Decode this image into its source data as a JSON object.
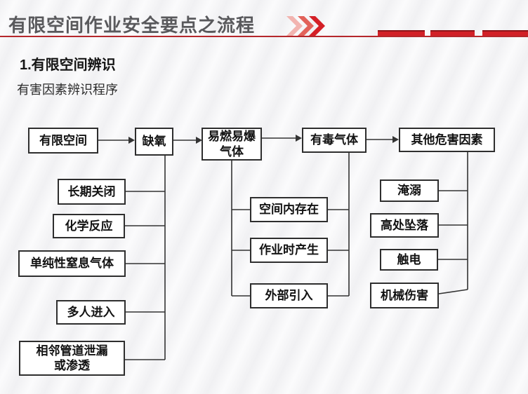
{
  "header": {
    "title": "有限空间作业安全要点之流程",
    "accent_color": "#c1272d",
    "title_color": "#59595c",
    "chevrons_icon": "triple-chevron-right"
  },
  "section": {
    "heading": "1.有限空间辨识",
    "subheading": "有害因素辨识程序"
  },
  "diagram": {
    "type": "flowchart",
    "nodes": {
      "limited_space": "有限空间",
      "oxygen_deficiency": "缺氧",
      "flammable_explosive_gas": "易燃易爆\n气体",
      "toxic_gas": "有毒气体",
      "other_hazards": "其他危害因素",
      "long_term_closure": "长期关闭",
      "chemical_reaction": "化学反应",
      "simple_asphyxiant_gas": "单纯性窒息气体",
      "multiple_people_entering": "多人进入",
      "adjacent_pipeline_leak": "相邻管道泄漏\n或渗透",
      "existing_in_space": "空间内存在",
      "produced_during_work": "作业时产生",
      "externally_introduced": "外部引入",
      "drowning": "淹溺",
      "fall_from_height": "高处坠落",
      "electric_shock": "触电",
      "mechanical_injury": "机械伤害"
    },
    "flow_order": [
      "有限空间",
      "缺氧",
      "易燃易爆气体",
      "有毒气体",
      "其他危害因素"
    ],
    "groups": {
      "oxygen_deficiency_causes": [
        "长期关闭",
        "化学反应",
        "单纯性窒息气体",
        "多人进入",
        "相邻管道泄漏或渗透"
      ],
      "gas_sources": [
        "空间内存在",
        "作业时产生",
        "外部引入"
      ],
      "other_hazard_types": [
        "淹溺",
        "高处坠落",
        "触电",
        "机械伤害"
      ]
    },
    "line_color": "#333333",
    "box_border_color": "#2e2e2e"
  }
}
